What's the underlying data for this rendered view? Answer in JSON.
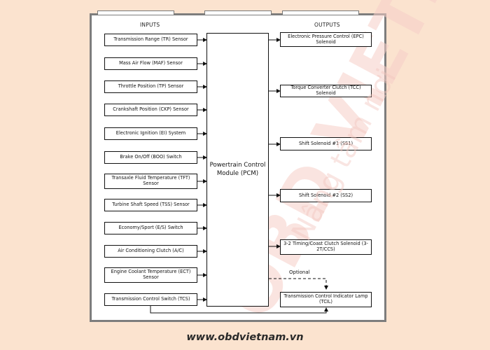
{
  "headers": {
    "inputs": "INPUTS",
    "outputs": "OUTPUTS"
  },
  "pcm_label": "Powertrain Control Module (PCM)",
  "inputs": [
    "Transmission Range (TR) Sensor",
    "Mass Air Flow (MAF) Sensor",
    "Throttle Position (TP) Sensor",
    "Crankshaft Position (CKP) Sensor",
    "Electronic Ignition (EI) System",
    "Brake On/Off (BOO) Switch",
    "Transaxle Fluid Temperature (TFT) Sensor",
    "Turbine Shaft Speed (TSS) Sensor",
    "Economy/Sport (E/S) Switch",
    "Air Conditioning Clutch (A/C)",
    "Engine Coolant Temperature (ECT) Sensor",
    "Transmission Control Switch (TCS)"
  ],
  "outputs": [
    "Electronic Pressure Control (EPC) Solenoid",
    "Torque Converter Clutch (TCC) Solenoid",
    "Shift Solenoid #1 (SS1)",
    "Shift Solenoid #2 (SS2)",
    "3-2 Timing/Coast Clutch Solenoid (3-2T/CCS)",
    "Transmission Control Indicator Lamp (TCIL)"
  ],
  "optional_label": "Optional",
  "watermark": {
    "brand": "OBD VIETNAM",
    "tagline": "Nâng tầm nơi"
  },
  "footer": "www.obdvietnam.vn"
}
